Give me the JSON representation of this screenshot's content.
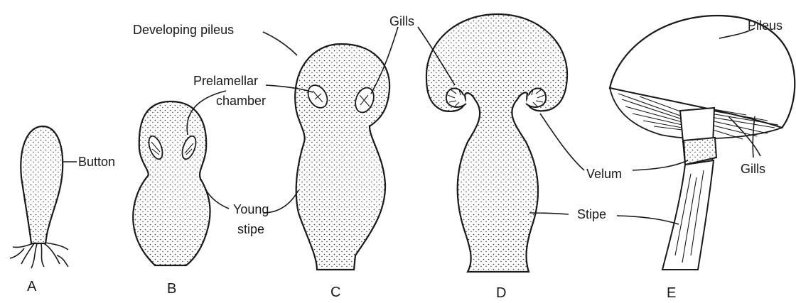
{
  "labels": {
    "button": "Button",
    "developing_pileus": "Developing pileus",
    "prelamellar_line1": "Prelamellar",
    "prelamellar_line2": "chamber",
    "young_line1": "Young",
    "young_line2": "stipe",
    "gills_top": "Gills",
    "velum": "Velum",
    "stipe": "Stipe",
    "pileus": "Pileus",
    "gills_right": "Gills"
  },
  "stages": [
    "A",
    "B",
    "C",
    "D",
    "E"
  ]
}
